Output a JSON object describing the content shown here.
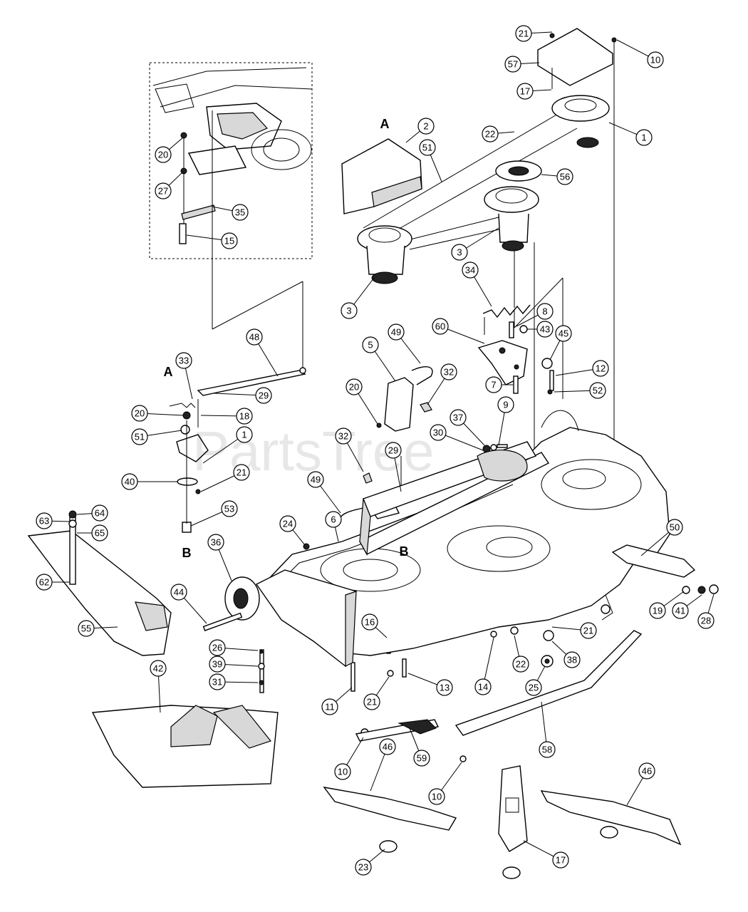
{
  "watermark": "PartsTree",
  "section_letters": [
    "A",
    "B",
    "A",
    "B"
  ],
  "callouts": [
    {
      "id": "c-21a",
      "label": "21"
    },
    {
      "id": "c-10a",
      "label": "10"
    },
    {
      "id": "c-57",
      "label": "57"
    },
    {
      "id": "c-17a",
      "label": "17"
    },
    {
      "id": "c-1a",
      "label": "1"
    },
    {
      "id": "c-22a",
      "label": "22"
    },
    {
      "id": "c-2",
      "label": "2"
    },
    {
      "id": "c-51a",
      "label": "51"
    },
    {
      "id": "c-56",
      "label": "56"
    },
    {
      "id": "c-20a",
      "label": "20"
    },
    {
      "id": "c-27",
      "label": "27"
    },
    {
      "id": "c-35",
      "label": "35"
    },
    {
      "id": "c-15",
      "label": "15"
    },
    {
      "id": "c-3a",
      "label": "3"
    },
    {
      "id": "c-3b",
      "label": "3"
    },
    {
      "id": "c-34",
      "label": "34"
    },
    {
      "id": "c-8",
      "label": "8"
    },
    {
      "id": "c-60",
      "label": "60"
    },
    {
      "id": "c-43",
      "label": "43"
    },
    {
      "id": "c-45",
      "label": "45"
    },
    {
      "id": "c-48",
      "label": "48"
    },
    {
      "id": "c-49a",
      "label": "49"
    },
    {
      "id": "c-5",
      "label": "5"
    },
    {
      "id": "c-32a",
      "label": "32"
    },
    {
      "id": "c-12",
      "label": "12"
    },
    {
      "id": "c-7",
      "label": "7"
    },
    {
      "id": "c-52",
      "label": "52"
    },
    {
      "id": "c-33",
      "label": "33"
    },
    {
      "id": "c-29a",
      "label": "29"
    },
    {
      "id": "c-20b",
      "label": "20"
    },
    {
      "id": "c-20c",
      "label": "20"
    },
    {
      "id": "c-18",
      "label": "18"
    },
    {
      "id": "c-9",
      "label": "9"
    },
    {
      "id": "c-37",
      "label": "37"
    },
    {
      "id": "c-51b",
      "label": "51"
    },
    {
      "id": "c-1b",
      "label": "1"
    },
    {
      "id": "c-30",
      "label": "30"
    },
    {
      "id": "c-32b",
      "label": "32"
    },
    {
      "id": "c-29b",
      "label": "29"
    },
    {
      "id": "c-40",
      "label": "40"
    },
    {
      "id": "c-21b",
      "label": "21"
    },
    {
      "id": "c-49b",
      "label": "49"
    },
    {
      "id": "c-53",
      "label": "53"
    },
    {
      "id": "c-63",
      "label": "63"
    },
    {
      "id": "c-64",
      "label": "64"
    },
    {
      "id": "c-65",
      "label": "65"
    },
    {
      "id": "c-24",
      "label": "24"
    },
    {
      "id": "c-6",
      "label": "6"
    },
    {
      "id": "c-50",
      "label": "50"
    },
    {
      "id": "c-36",
      "label": "36"
    },
    {
      "id": "c-62",
      "label": "62"
    },
    {
      "id": "c-19",
      "label": "19"
    },
    {
      "id": "c-41",
      "label": "41"
    },
    {
      "id": "c-28",
      "label": "28"
    },
    {
      "id": "c-44",
      "label": "44"
    },
    {
      "id": "c-55",
      "label": "55"
    },
    {
      "id": "c-16",
      "label": "16"
    },
    {
      "id": "c-21c",
      "label": "21"
    },
    {
      "id": "c-26",
      "label": "26"
    },
    {
      "id": "c-39",
      "label": "39"
    },
    {
      "id": "c-31",
      "label": "31"
    },
    {
      "id": "c-42",
      "label": "42"
    },
    {
      "id": "c-14",
      "label": "14"
    },
    {
      "id": "c-22b",
      "label": "22"
    },
    {
      "id": "c-38",
      "label": "38"
    },
    {
      "id": "c-13",
      "label": "13"
    },
    {
      "id": "c-21d",
      "label": "21"
    },
    {
      "id": "c-25",
      "label": "25"
    },
    {
      "id": "c-11",
      "label": "11"
    },
    {
      "id": "c-58",
      "label": "58"
    },
    {
      "id": "c-59",
      "label": "59"
    },
    {
      "id": "c-10b",
      "label": "10"
    },
    {
      "id": "c-46a",
      "label": "46"
    },
    {
      "id": "c-10c",
      "label": "10"
    },
    {
      "id": "c-46b",
      "label": "46"
    },
    {
      "id": "c-23",
      "label": "23"
    },
    {
      "id": "c-17b",
      "label": "17"
    }
  ]
}
